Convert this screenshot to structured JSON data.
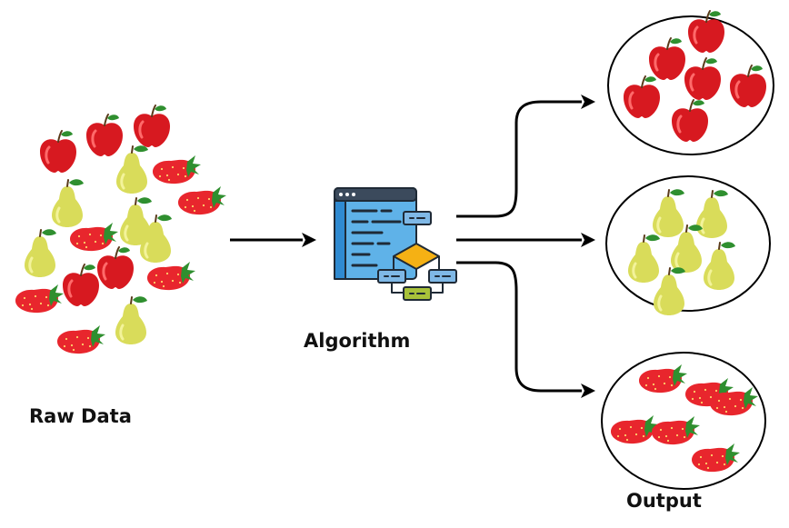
{
  "labels": {
    "input": "Raw Data",
    "process": "Algorithm",
    "output": "Output"
  },
  "groups": [
    {
      "kind": "apple",
      "count": 6
    },
    {
      "kind": "pear",
      "count": 6
    },
    {
      "kind": "strawberry",
      "count": 6
    }
  ],
  "colors": {
    "apple": "#d71920",
    "pear": "#d9dc5a",
    "strawberry": "#e8262d",
    "leaf": "#2f8f2f",
    "arrow": "#000000",
    "screen": "#5fb2e8",
    "diamond": "#f5b114",
    "node": "#7fb8e6",
    "bottom-node": "#a8c23a"
  }
}
